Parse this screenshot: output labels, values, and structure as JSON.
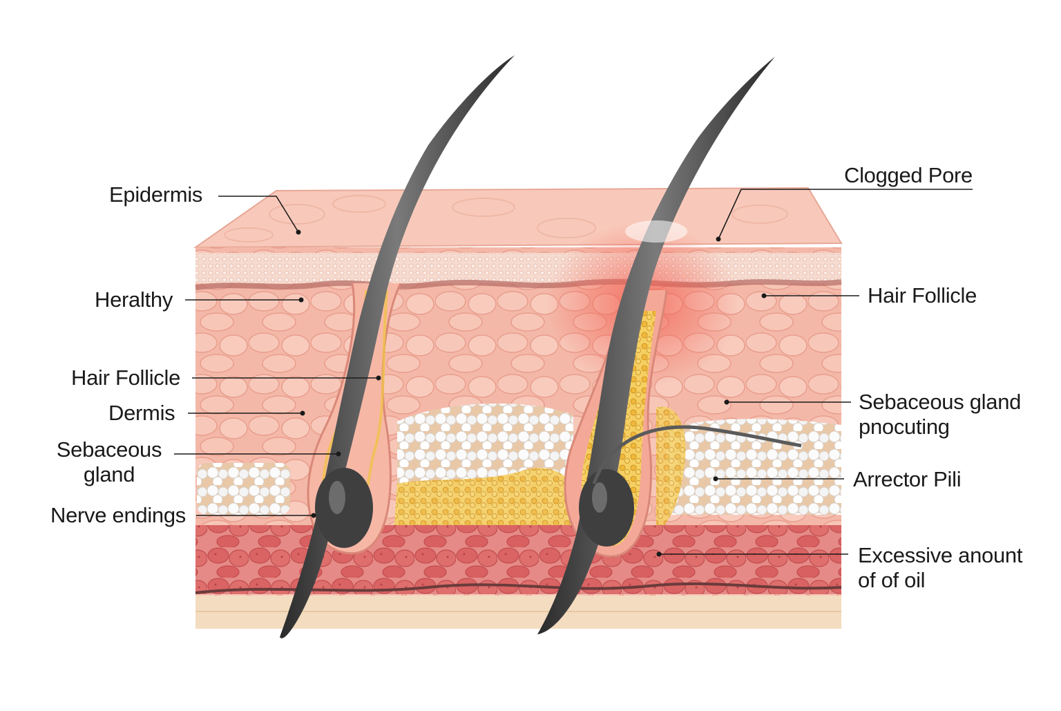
{
  "labels": {
    "left": {
      "epidermis": "Epidermis",
      "healthy": "Heralthy",
      "hair_follicle": "Hair Follicle",
      "dermis": "Dermis",
      "sebaceous_line1": "Sebaceous",
      "sebaceous_line2": "gland",
      "nerve_endings": "Nerve endings"
    },
    "right": {
      "clogged_pore": "Clogged Pore",
      "hair_follicle": "Hair Follicle",
      "sebaceous_producing_line1": "Sebaceous gland",
      "sebaceous_producing_line2": "pnocuting",
      "arrector_pili": "Arrector Pili",
      "excessive_oil_line1": "Excessive anount",
      "excessive_oil_line2": "of of oil"
    }
  },
  "colors": {
    "epidermis": "#f6c2b2",
    "dermis": "#f3b4a4",
    "muscle": "#dc6e6e",
    "fat": "#fbf0f0",
    "oil": "#f2c23e",
    "hair": "#3a3a3a",
    "base": "#f3dcc0"
  }
}
